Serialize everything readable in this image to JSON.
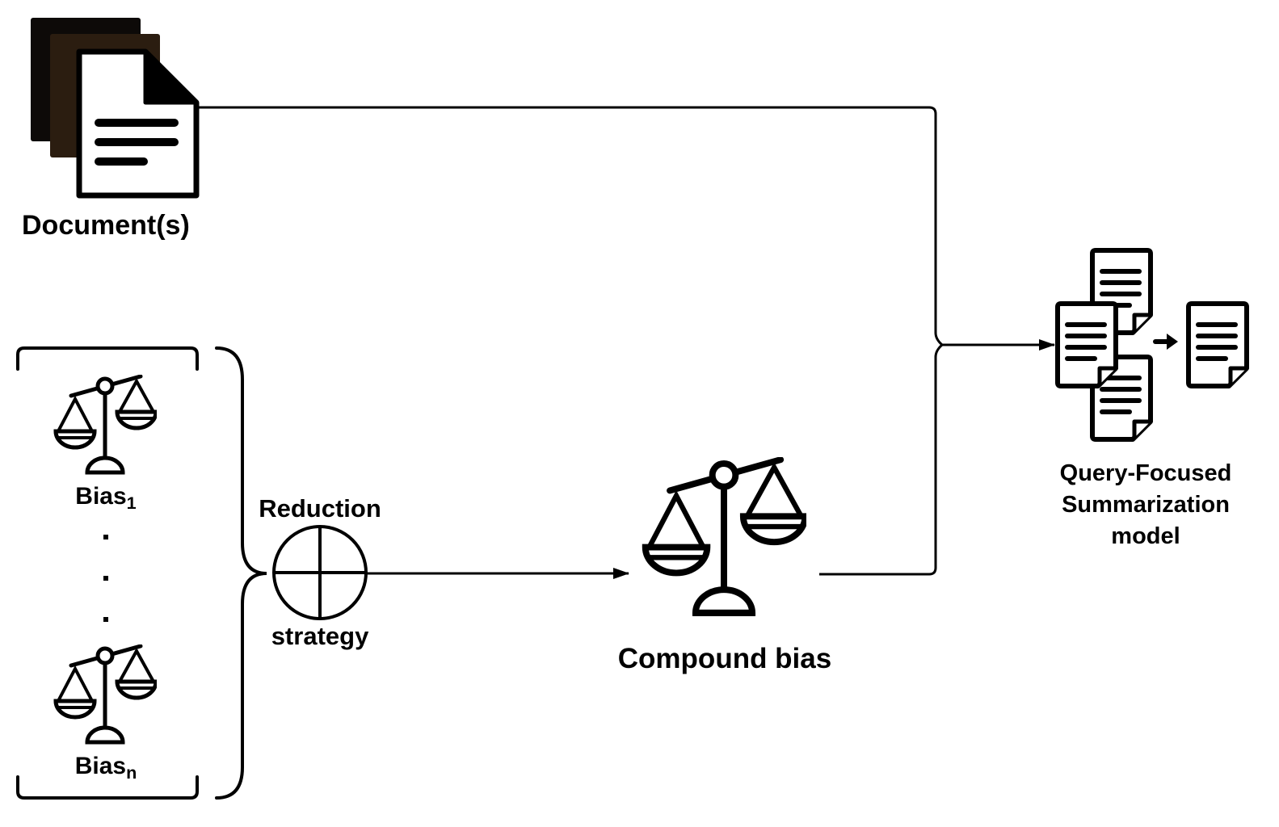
{
  "labels": {
    "documents": "Document(s)",
    "bias_1_base": "Bias",
    "bias_1_sub": "1",
    "bias_n_base": "Bias",
    "bias_n_sub": "n",
    "reduction_top": "Reduction",
    "reduction_bottom": "strategy",
    "compound_bias": "Compound bias",
    "qfs_lines": [
      "Query-Focused",
      "Summarization",
      "model"
    ]
  },
  "icons": {
    "documents": "document-stack-icon",
    "bias": "balance-scale-icon",
    "reduction": "circled-plus-icon",
    "compound_bias": "balance-scale-icon",
    "qfs": "multi-document-to-summary-icon"
  },
  "colors": {
    "ink": "#000000",
    "doc_back": "#0d0a08",
    "doc_mid": "#2b1d10",
    "background": "#ffffff"
  }
}
